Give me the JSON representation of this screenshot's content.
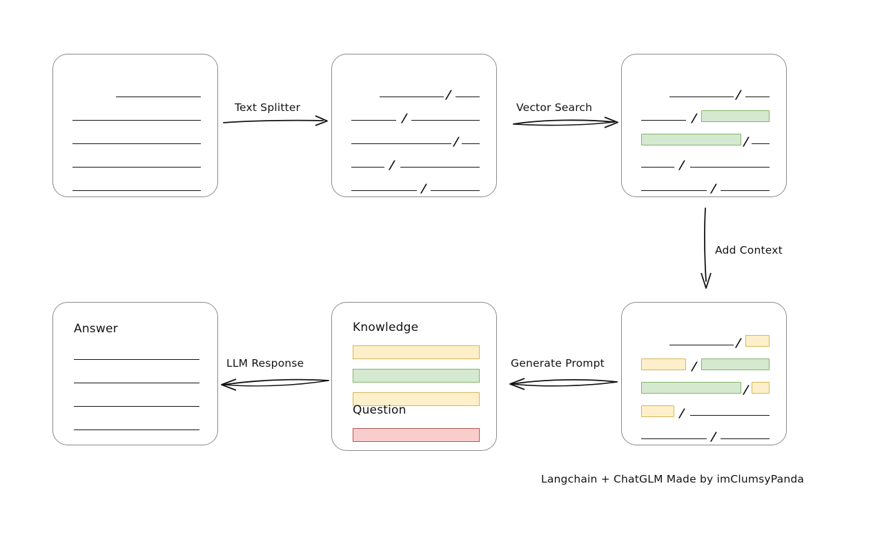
{
  "diagram": {
    "title": "Langchain + ChatGLM retrieval augmented generation flow",
    "caption": "Langchain + ChatGLM Made by imClumsyPanda",
    "colors": {
      "box_border": "#888888",
      "line": "#111111",
      "highlight_green_fill": "#d5e8d0",
      "highlight_green_border": "#82b366",
      "highlight_yellow_fill": "#fdefc9",
      "highlight_yellow_border": "#d6b656",
      "highlight_red_fill": "#f8cecc",
      "highlight_red_border": "#b85450",
      "background": "#ffffff"
    }
  },
  "edges": [
    {
      "id": "text-splitter",
      "label": "Text Splitter",
      "direction": "right"
    },
    {
      "id": "vector-search",
      "label": "Vector Search",
      "direction": "right"
    },
    {
      "id": "add-context",
      "label": "Add Context",
      "direction": "down"
    },
    {
      "id": "generate-prompt",
      "label": "Generate Prompt",
      "direction": "left"
    },
    {
      "id": "llm-response",
      "label": "LLM Response",
      "direction": "left"
    }
  ],
  "boxes": {
    "source_document": {
      "name": "source-document",
      "heading": "",
      "rows": [
        {
          "segments": [
            {
              "type": "line",
              "start": 34,
              "width": 66
            }
          ]
        },
        {
          "segments": [
            {
              "type": "line",
              "start": 0,
              "width": 100
            }
          ]
        },
        {
          "segments": [
            {
              "type": "line",
              "start": 0,
              "width": 100
            }
          ]
        },
        {
          "segments": [
            {
              "type": "line",
              "start": 0,
              "width": 100
            }
          ]
        },
        {
          "segments": [
            {
              "type": "line",
              "start": 0,
              "width": 100
            }
          ]
        }
      ]
    },
    "split_chunks": {
      "name": "split-chunks",
      "heading": "",
      "rows": [
        {
          "segments": [
            {
              "type": "line",
              "start": 22,
              "width": 50
            },
            {
              "type": "slash",
              "start": 74
            },
            {
              "type": "line",
              "start": 81,
              "width": 19
            }
          ]
        },
        {
          "segments": [
            {
              "type": "line",
              "start": 0,
              "width": 35
            },
            {
              "type": "slash",
              "start": 40
            },
            {
              "type": "line",
              "start": 47,
              "width": 53
            }
          ]
        },
        {
          "segments": [
            {
              "type": "line",
              "start": 0,
              "width": 78
            },
            {
              "type": "slash",
              "start": 80
            },
            {
              "type": "line",
              "start": 86,
              "width": 14
            }
          ]
        },
        {
          "segments": [
            {
              "type": "line",
              "start": 0,
              "width": 26
            },
            {
              "type": "slash",
              "start": 30
            },
            {
              "type": "line",
              "start": 38,
              "width": 62
            }
          ]
        },
        {
          "segments": [
            {
              "type": "line",
              "start": 0,
              "width": 51
            },
            {
              "type": "slash",
              "start": 55
            },
            {
              "type": "line",
              "start": 62,
              "width": 38
            }
          ]
        }
      ]
    },
    "vector_matches": {
      "name": "vector-matched-chunks",
      "heading": "",
      "rows": [
        {
          "segments": [
            {
              "type": "line",
              "start": 22,
              "width": 50
            },
            {
              "type": "slash",
              "start": 74
            },
            {
              "type": "line",
              "start": 81,
              "width": 19
            }
          ]
        },
        {
          "segments": [
            {
              "type": "line",
              "start": 0,
              "width": 35
            },
            {
              "type": "slash",
              "start": 40
            },
            {
              "type": "highlight",
              "color": "green",
              "start": 47,
              "width": 53
            }
          ]
        },
        {
          "segments": [
            {
              "type": "highlight",
              "color": "green",
              "start": 0,
              "width": 78
            },
            {
              "type": "slash",
              "start": 80
            },
            {
              "type": "line",
              "start": 86,
              "width": 14
            }
          ]
        },
        {
          "segments": [
            {
              "type": "line",
              "start": 0,
              "width": 26
            },
            {
              "type": "slash",
              "start": 30
            },
            {
              "type": "line",
              "start": 38,
              "width": 62
            }
          ]
        },
        {
          "segments": [
            {
              "type": "line",
              "start": 0,
              "width": 51
            },
            {
              "type": "slash",
              "start": 55
            },
            {
              "type": "line",
              "start": 62,
              "width": 38
            }
          ]
        }
      ]
    },
    "context_prompt": {
      "name": "context-augmented-chunks",
      "heading": "",
      "rows": [
        {
          "segments": [
            {
              "type": "line",
              "start": 22,
              "width": 50
            },
            {
              "type": "slash",
              "start": 74
            },
            {
              "type": "highlight",
              "color": "yellow",
              "start": 81,
              "width": 19
            }
          ]
        },
        {
          "segments": [
            {
              "type": "highlight",
              "color": "yellow",
              "start": 0,
              "width": 35
            },
            {
              "type": "slash",
              "start": 40
            },
            {
              "type": "highlight",
              "color": "green",
              "start": 47,
              "width": 53
            }
          ]
        },
        {
          "segments": [
            {
              "type": "highlight",
              "color": "green",
              "start": 0,
              "width": 78
            },
            {
              "type": "slash",
              "start": 80
            },
            {
              "type": "highlight",
              "color": "yellow",
              "start": 86,
              "width": 14
            }
          ]
        },
        {
          "segments": [
            {
              "type": "highlight",
              "color": "yellow",
              "start": 0,
              "width": 26
            },
            {
              "type": "slash",
              "start": 30
            },
            {
              "type": "line",
              "start": 38,
              "width": 62
            }
          ]
        },
        {
          "segments": [
            {
              "type": "line",
              "start": 0,
              "width": 51
            },
            {
              "type": "slash",
              "start": 55
            },
            {
              "type": "line",
              "start": 62,
              "width": 38
            }
          ]
        }
      ]
    },
    "knowledge_question": {
      "name": "knowledge-question",
      "knowledge_heading": "Knowledge",
      "question_heading": "Question",
      "knowledge_bars": [
        {
          "color": "yellow"
        },
        {
          "color": "green"
        },
        {
          "color": "yellow"
        }
      ],
      "question_bars": [
        {
          "color": "red"
        }
      ]
    },
    "answer": {
      "name": "answer",
      "heading": "Answer",
      "line_count": 4
    }
  }
}
